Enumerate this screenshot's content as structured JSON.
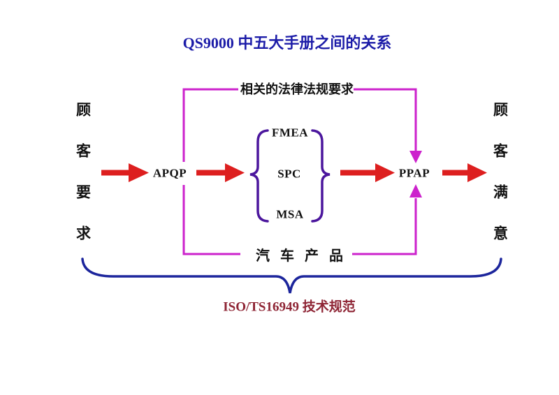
{
  "title": "QS9000 中五大手册之间的关系",
  "flow": {
    "left_vertical_label": "顾客要求",
    "right_vertical_label": "顾客满意",
    "apqp": "APQP",
    "ppap": "PPAP",
    "manuals": {
      "fmea": "FMEA",
      "spc": "SPC",
      "msa": "MSA"
    }
  },
  "brackets": {
    "top_label": "相关的法律法规要求",
    "bottom_label": "汽车产品"
  },
  "caption": "ISO/TS16949 技术规范",
  "colors": {
    "title_blue": "#1C1CA8",
    "arrow_red": "#DD1F1F",
    "bracket_magenta": "#CC22CC",
    "brace_purple": "#4B169D",
    "underbrace_navy": "#1C259C",
    "caption_dark_red": "#8E2434",
    "text_black": "#111111"
  }
}
